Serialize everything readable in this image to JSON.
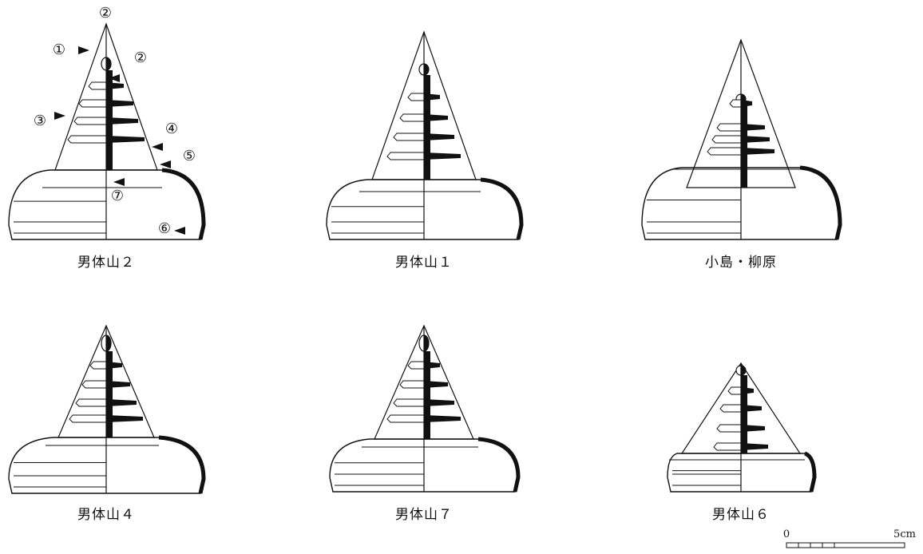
{
  "figures": [
    {
      "id": "f1",
      "label": "男体山２"
    },
    {
      "id": "f2",
      "label": "男体山１"
    },
    {
      "id": "f3",
      "label": "小島・柳原"
    },
    {
      "id": "f4",
      "label": "男体山４"
    },
    {
      "id": "f5",
      "label": "男体山７"
    },
    {
      "id": "f6",
      "label": "男体山６"
    }
  ],
  "markers": {
    "m1": "①",
    "m2_top": "②",
    "m2": "②",
    "m3": "③",
    "m4": "④",
    "m5": "⑤",
    "m6": "⑥",
    "m7": "⑦"
  },
  "scale": {
    "min_label": "0",
    "max_label": "5cm",
    "divisions": 5
  }
}
